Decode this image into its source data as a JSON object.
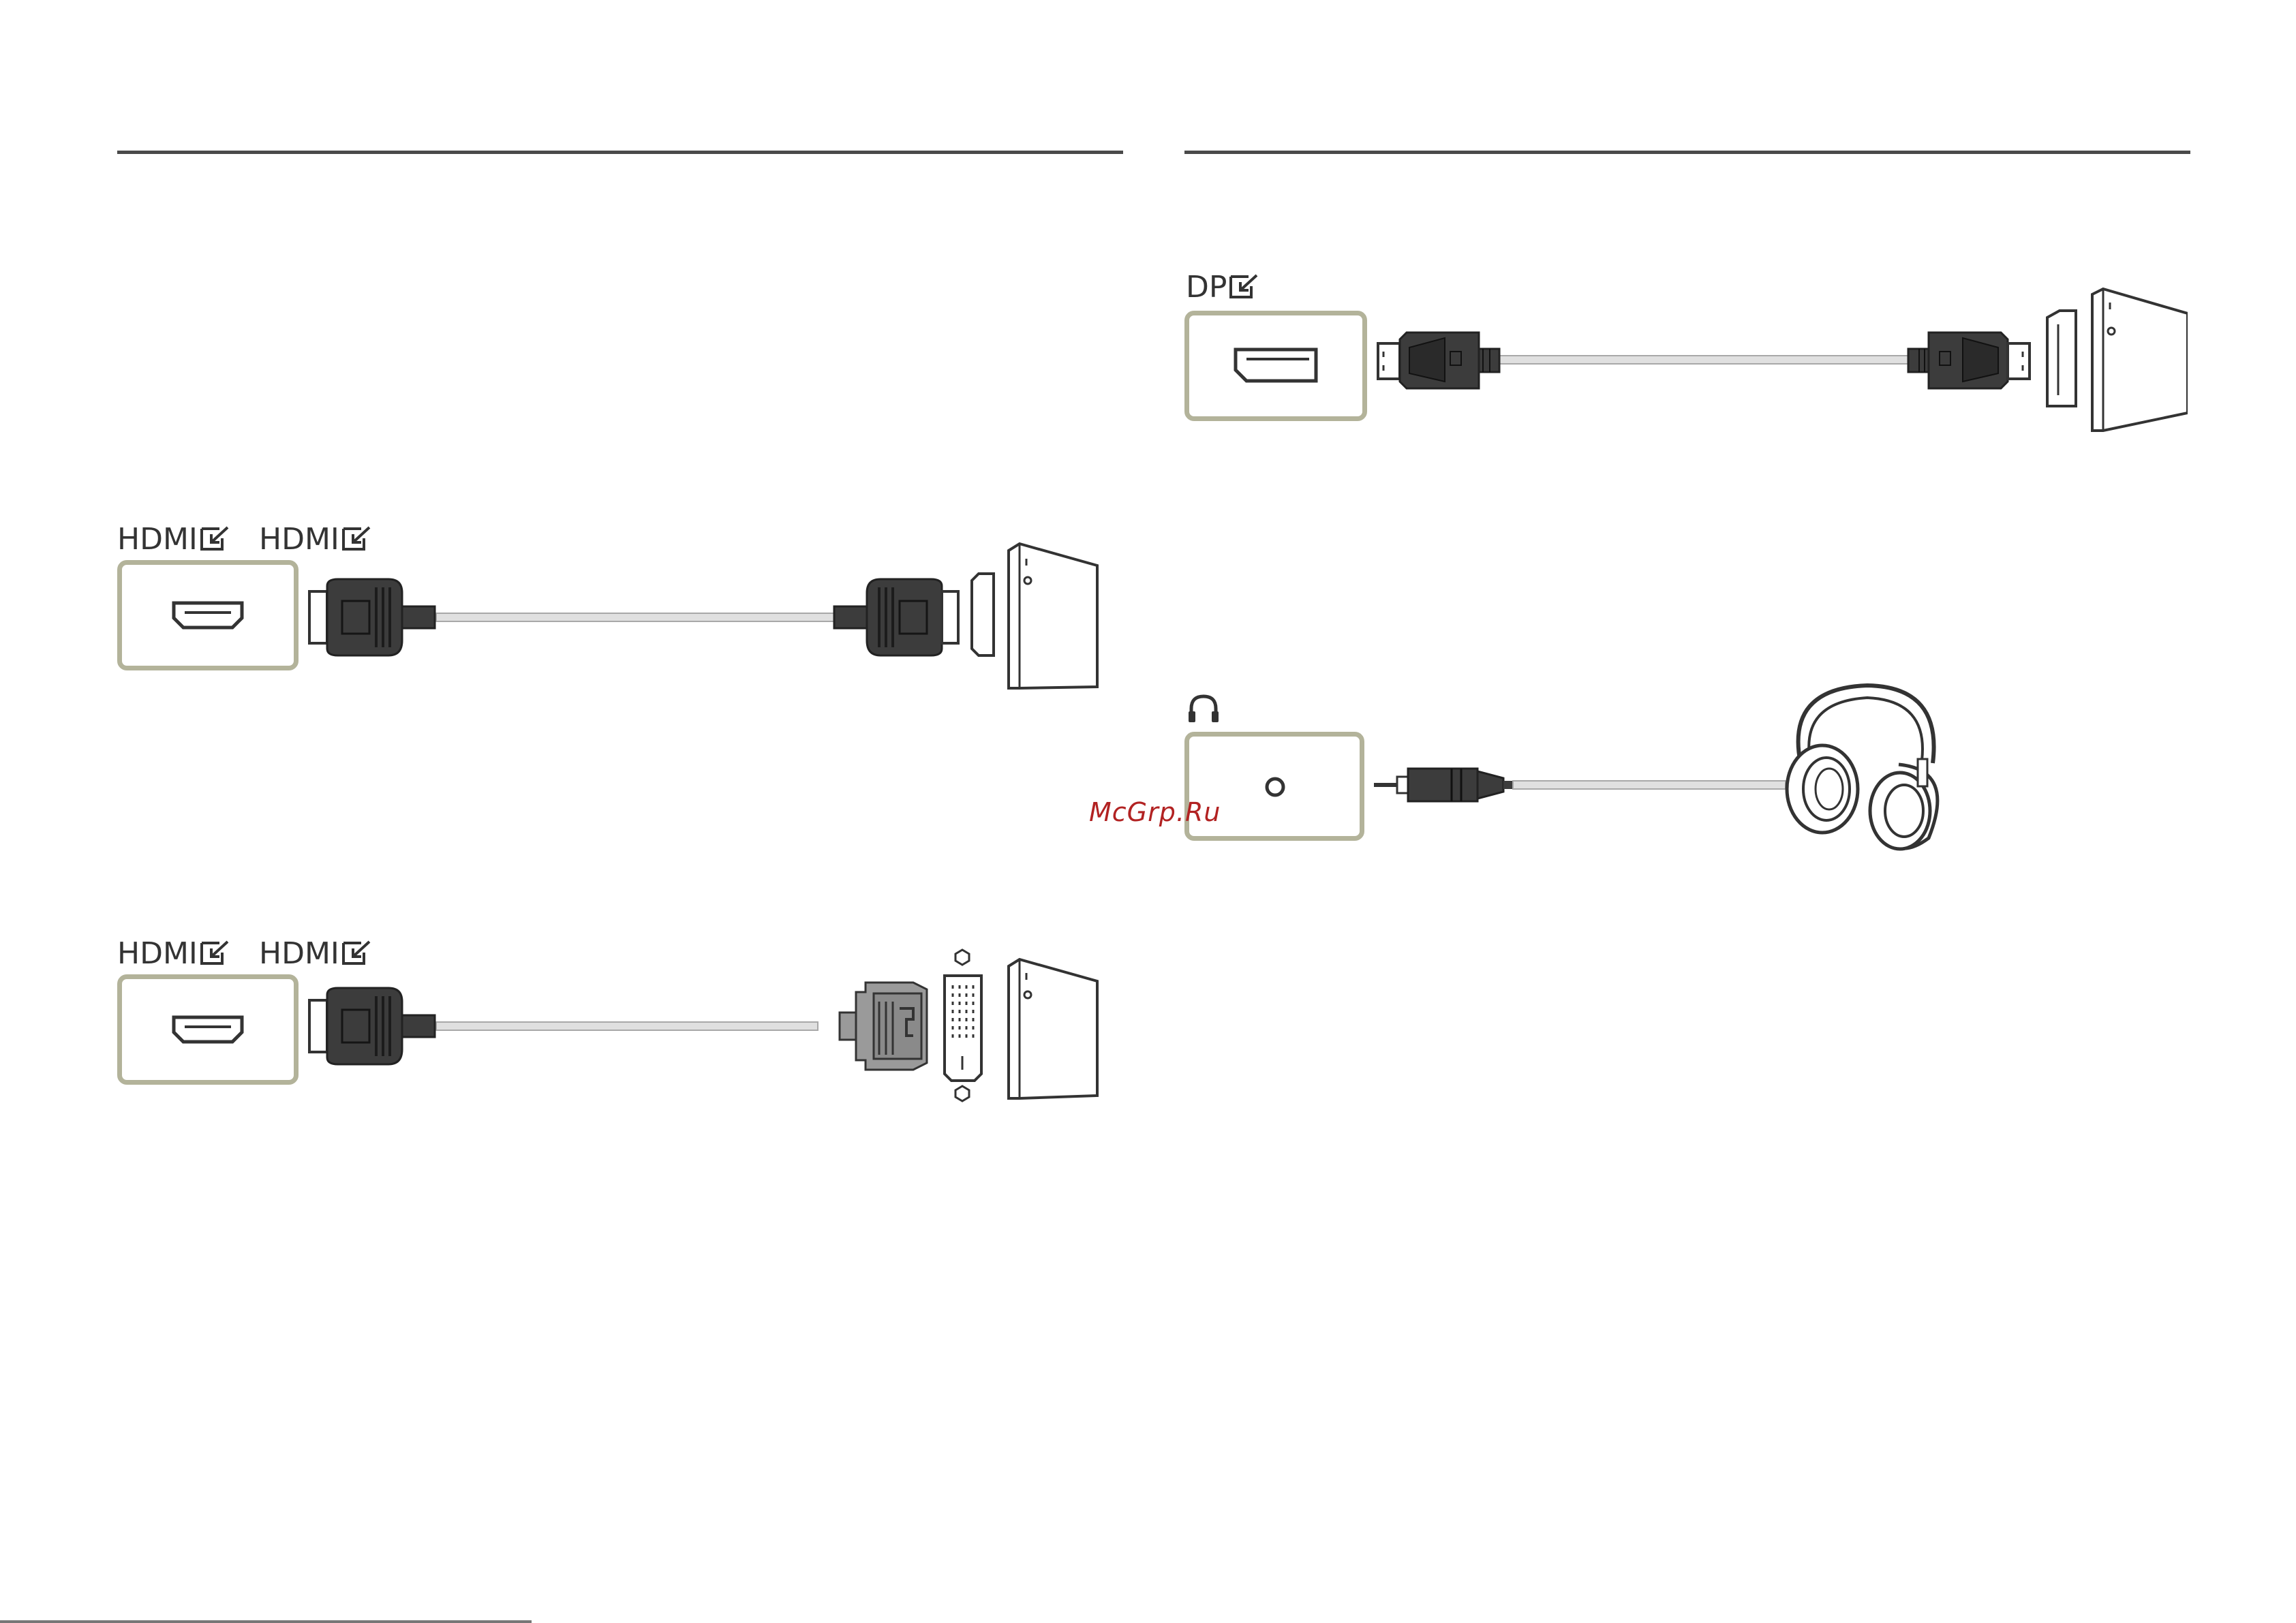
{
  "sections": {
    "hdmi_hdmi": {
      "port_label": "HDMI",
      "source_label": "HDMI"
    },
    "hdmi_dvi": {
      "port_label": "HDMI",
      "source_label": "HDMI"
    },
    "displayport": {
      "port_label": "DP"
    },
    "headphone": {
      "port_label": ""
    }
  },
  "watermark": "McGrp.Ru",
  "colors": {
    "port_box_border": "#b3b39a",
    "connector_dark": "#3c3c3c",
    "cable": "#d5d5d5",
    "rule": "#4a4a4a"
  },
  "icons": [
    "input-port-icon",
    "hdmi-port-icon",
    "displayport-port-icon",
    "headphone-jack-icon",
    "headphones-icon",
    "pc-tower-icon",
    "dvi-adapter-icon"
  ]
}
